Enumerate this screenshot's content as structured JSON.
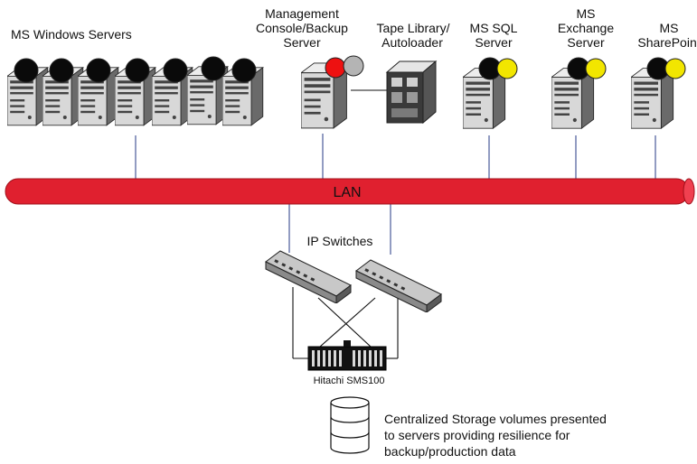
{
  "labels": {
    "windows_servers": "MS Windows Servers",
    "mgmt_line1": "Management",
    "mgmt_line2": "Console/Backup",
    "mgmt_line3": "Server",
    "tape_line1": "Tape Library/",
    "tape_line2": "Autoloader",
    "sql_line1": "MS SQL",
    "sql_line2": "Server",
    "exchange_line1": "MS",
    "exchange_line2": "Exchange",
    "exchange_line3": "Server",
    "sharepoint_line1": "MS",
    "sharepoint_line2": "SharePoint",
    "lan": "LAN",
    "ip_switches": "IP Switches",
    "storage_device": "Hitachi SMS100",
    "storage_line1": "Centralized Storage volumes presented",
    "storage_line2": "to servers providing resilience for",
    "storage_line3": "backup/production data"
  },
  "colors": {
    "lan_fill": "#e0202f",
    "lan_edge": "#a0101a",
    "connector": "#4a5a9a",
    "cable": "#111111",
    "status_red": "#ee1111",
    "status_gray": "#b4b4b4",
    "status_yellow": "#f2e600",
    "status_black": "#0a0a0a",
    "server_body": "#d8d8d8",
    "server_dark": "#5c5c5c",
    "switch_body": "#c4c4c4"
  },
  "icons": {
    "server": "tower-server-icon",
    "tape": "tape-library-icon",
    "switch": "ip-switch-icon",
    "storage_array": "storage-array-icon",
    "volumes": "disk-stack-icon"
  }
}
